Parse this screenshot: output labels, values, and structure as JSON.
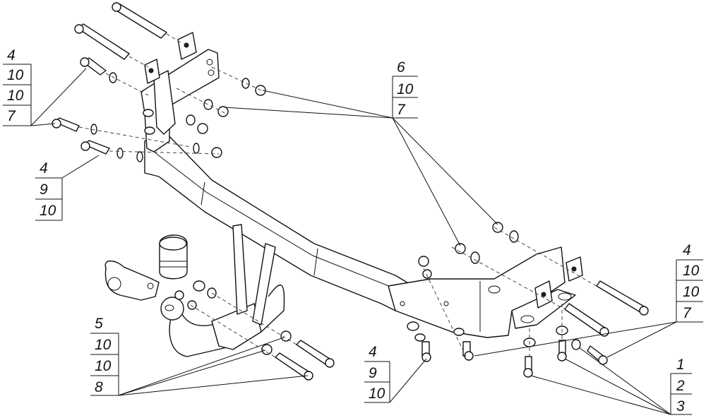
{
  "callouts": {
    "top_left": [
      "4",
      "10",
      "10",
      "7"
    ],
    "mid_left": [
      "4",
      "9",
      "10"
    ],
    "top_center": [
      "6",
      "10",
      "7"
    ],
    "right": [
      "4",
      "10",
      "10",
      "7"
    ],
    "bottom_left": [
      "5",
      "10",
      "10",
      "8"
    ],
    "bottom_center": [
      "4",
      "9",
      "10"
    ],
    "bottom_right": [
      "1",
      "2",
      "3"
    ]
  }
}
